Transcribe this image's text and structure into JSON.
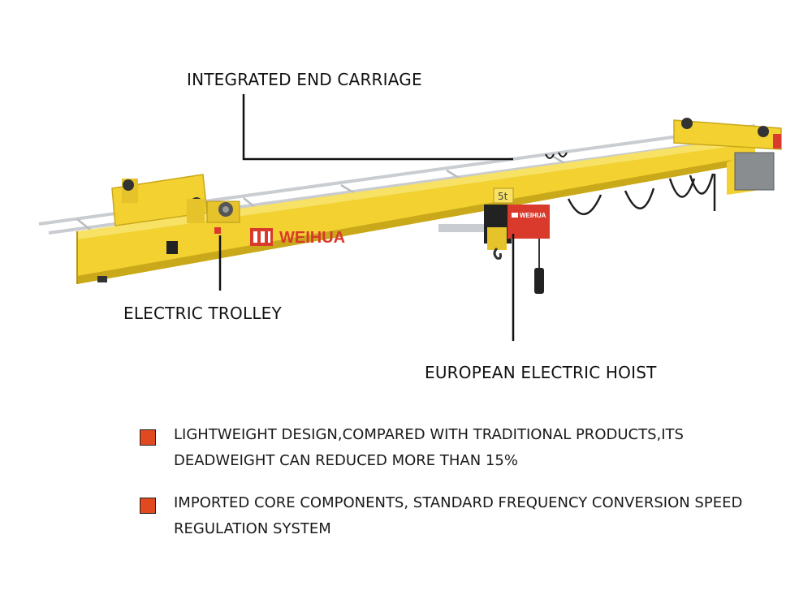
{
  "colors": {
    "crane_yellow": "#f2d130",
    "crane_yellow_dark": "#c9a81a",
    "hoist_red": "#d93a2b",
    "bullet_red": "#e04a1e",
    "rail": "#c9ccd0"
  },
  "brand": {
    "girder_logo": "WEIHUA",
    "hoist_logo": "WEIHUA",
    "capacity_plate": "5t"
  },
  "callouts": {
    "end_carriage": "INTEGRATED END CARRIAGE",
    "trolley": "ELECTRIC TROLLEY",
    "hoist": "EUROPEAN ELECTRIC HOIST"
  },
  "features": [
    {
      "icon": "square-bullet-icon",
      "text": "LIGHTWEIGHT DESIGN,COMPARED WITH TRADITIONAL PRODUCTS,ITS DEADWEIGHT CAN REDUCED MORE THAN 15%"
    },
    {
      "icon": "square-bullet-icon",
      "text": "IMPORTED CORE COMPONENTS, STANDARD FREQUENCY CONVERSION SPEED REGULATION SYSTEM"
    }
  ]
}
